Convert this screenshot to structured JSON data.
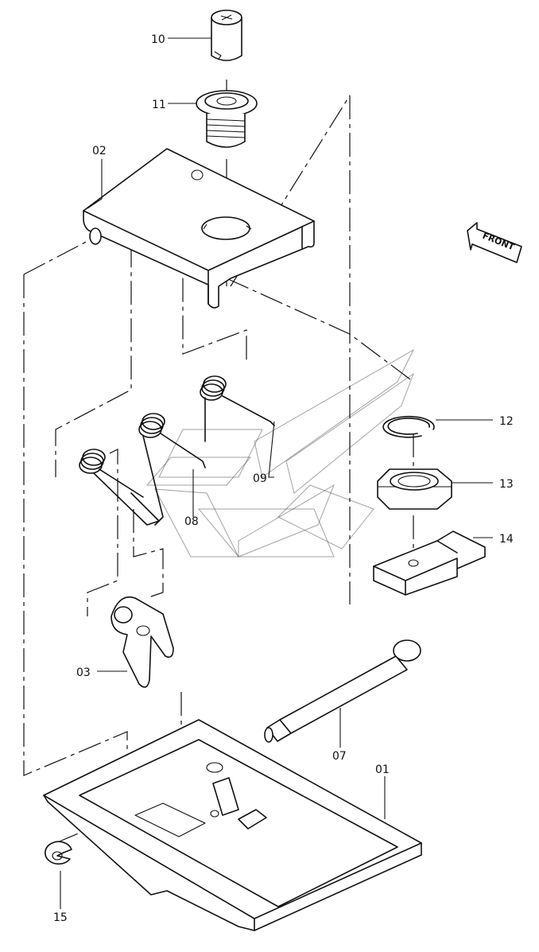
{
  "diagram": {
    "type": "exploded-parts-view",
    "part_labels": {
      "p01": "01",
      "p02": "02",
      "p03": "03",
      "p07": "07",
      "p08": "08",
      "p09": "09",
      "p10": "10",
      "p11": "11",
      "p12": "12",
      "p13": "13",
      "p14": "14",
      "p15": "15"
    },
    "direction_arrow": {
      "label": "FRONT",
      "icon": "front-arrow-icon"
    },
    "line_color": "#111111",
    "background": "#ffffff"
  }
}
